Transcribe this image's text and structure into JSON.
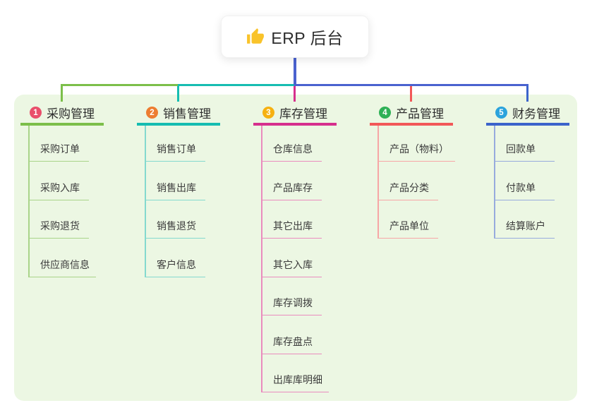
{
  "root": {
    "title": "ERP 后台",
    "icon": "thumbs-up-icon",
    "icon_color": "#f9c32a"
  },
  "colors": {
    "panel_bg": "#ecf7e3",
    "root_line": "#4a62cf"
  },
  "branches": [
    {
      "num": "1",
      "label": "采购管理",
      "badge_color": "#e94f6b",
      "line_color": "#7cbf4a",
      "child_line_color": "#a9d489",
      "children": [
        "采购订单",
        "采购入库",
        "采购退货",
        "供应商信息"
      ]
    },
    {
      "num": "2",
      "label": "销售管理",
      "badge_color": "#ed7d31",
      "line_color": "#16bdb1",
      "child_line_color": "#84d9cf",
      "children": [
        "销售订单",
        "销售出库",
        "销售退货",
        "客户信息"
      ]
    },
    {
      "num": "3",
      "label": "库存管理",
      "badge_color": "#f6b111",
      "line_color": "#d62f8d",
      "child_line_color": "#ea8cbe",
      "children": [
        "仓库信息",
        "产品库存",
        "其它出库",
        "其它入库",
        "库存调拨",
        "库存盘点",
        "出库库明细"
      ]
    },
    {
      "num": "4",
      "label": "产品管理",
      "badge_color": "#2eb156",
      "line_color": "#f25858",
      "child_line_color": "#f7a6a6",
      "children": [
        "产品（物料）",
        "产品分类",
        "产品单位"
      ]
    },
    {
      "num": "5",
      "label": "财务管理",
      "badge_color": "#2ba3dc",
      "line_color": "#3c64cb",
      "child_line_color": "#97abdd",
      "children": [
        "回款单",
        "付款单",
        "结算账户"
      ]
    }
  ]
}
